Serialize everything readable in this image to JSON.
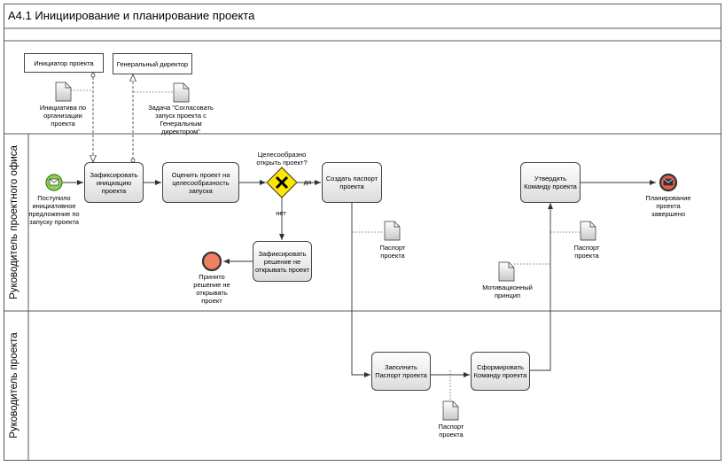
{
  "title": "A4.1 Инициирование и планирование проекта",
  "lanes": {
    "pmo": "Руководитель проектного офиса",
    "pm": "Руководитель проекта"
  },
  "external": {
    "initiator": "Инициатор проекта",
    "director": "Генеральный директор"
  },
  "docs": {
    "initiative": "Инициатива по организации проекта",
    "task": "Задача \"Согласовать запуск проекта с Генеральным директором\"",
    "passport1": "Паспорт проекта",
    "passport2": "Паспорт проекта",
    "motivation": "Мотивационный принцип",
    "passport3": "Паспорт проекта"
  },
  "events": {
    "start": "Поступило инициативное предложение по запуску проекта",
    "rejected": "Принято решение не открывать проект",
    "end": "Планирование проекта завершено"
  },
  "tasks": {
    "fix_init": "Зафиксировать инициацию проекта",
    "evaluate": "Оценить проект на целесообразность запуска",
    "create_passport": "Создать паспорт проекта",
    "fix_reject": "Зафиксировать решение не открывать проект",
    "approve_team": "Утвердить Команду проекта",
    "fill_passport": "Заполнить Паспорт проекта",
    "form_team": "Сформировать Команду проекта"
  },
  "gateway": {
    "question": "Целесообразно открыть проект?",
    "yes": "да",
    "no": "нет"
  },
  "colors": {
    "start_fill": "#8fd14f",
    "end_fill": "#e8604c",
    "rejected_fill": "#f08060",
    "gateway_fill": "#ffe600",
    "border": "#444444"
  }
}
